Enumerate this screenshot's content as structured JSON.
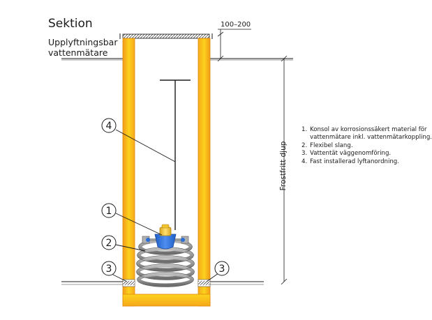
{
  "title": "Sektion",
  "subtitle_line1": "Upplyftningsbar",
  "subtitle_line2": "vattenmätare",
  "dimension_top": "100–200",
  "depth_label": "Frostfritt djup",
  "callouts": [
    "1",
    "2",
    "3",
    "3",
    "4"
  ],
  "legend": [
    {
      "num": "1.",
      "text": "Konsol av korrosionssäkert material för vattenmätare inkl. vattenmätarkoppling."
    },
    {
      "num": "2.",
      "text": "Flexibel slang."
    },
    {
      "num": "3.",
      "text": "Vattentät väggenomföring."
    },
    {
      "num": "4.",
      "text": "Fast installerad lyftanordning."
    }
  ],
  "colors": {
    "well_wall_outer": "#f6a21a",
    "well_wall_inner": "#fcd01a",
    "hose": "#8c8c8c",
    "meter_body": "#2a6fd6",
    "valve": "#f2c230",
    "line": "#1a1a1a"
  }
}
